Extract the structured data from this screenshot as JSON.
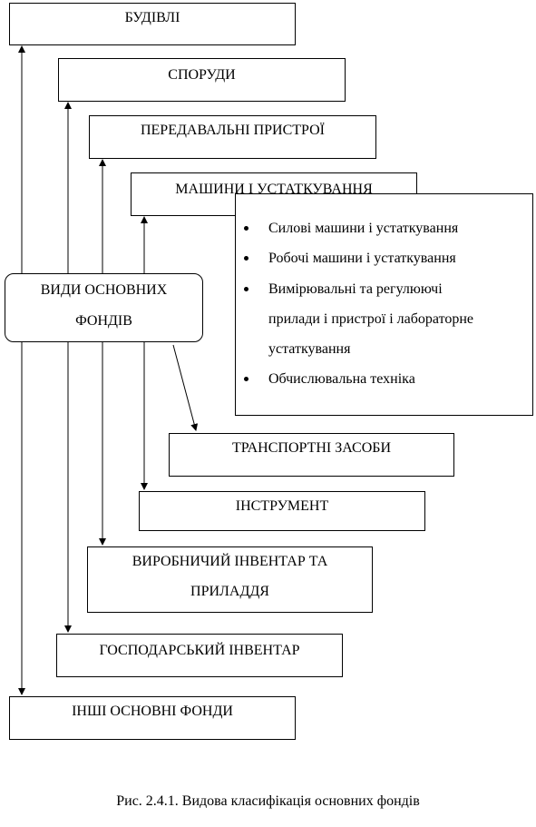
{
  "center": {
    "line1": "ВИДИ ОСНОВНИХ",
    "line2": "ФОНДІВ"
  },
  "boxes": {
    "buildings": "БУДІВЛІ",
    "structures": "СПОРУДИ",
    "transmission": "ПЕРЕДАВАЛЬНІ ПРИСТРОЇ",
    "machines": "МАШИНИ І УСТАТКУВАННЯ",
    "transport": "ТРАНСПОРТНІ ЗАСОБИ",
    "instrument": "ІНСТРУМЕНТ",
    "production_line1": "ВИРОБНИЧИЙ ІНВЕНТАР ТА",
    "production_line2": "ПРИЛАДДЯ",
    "household": "ГОСПОДАРСЬКИЙ ІНВЕНТАР",
    "other": "ІНШІ ОСНОВНІ ФОНДИ"
  },
  "machine_types": [
    "Силові машини і устаткування",
    "Робочі машини і устаткування",
    "Вимірювальні та регулюючі",
    "прилади і пристрої і лабораторне",
    "устаткування",
    "Обчислювальна техніка"
  ],
  "caption": "Рис. 2.4.1. Видова класифікація основних фондів"
}
